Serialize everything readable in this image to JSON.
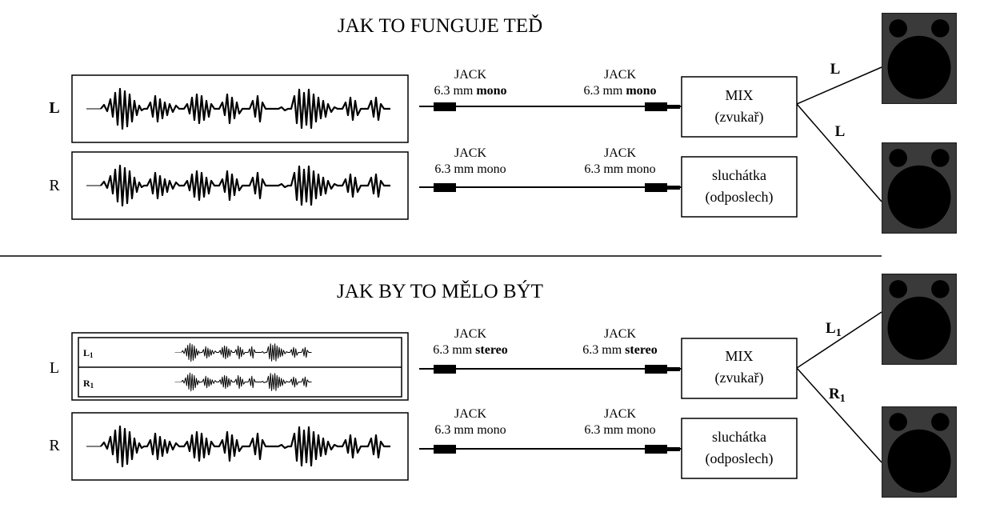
{
  "top": {
    "title": "JAK TO FUNGUJE TEĎ",
    "row_l": {
      "track_label": "L",
      "jack_left": {
        "line1": "JACK",
        "prefix": "6.3 mm ",
        "mode": "mono"
      },
      "jack_right": {
        "line1": "JACK",
        "prefix": "6.3 mm ",
        "mode": "mono"
      },
      "device": {
        "line1": "MIX",
        "line2": "(zvukař)"
      }
    },
    "row_r": {
      "track_label": "R",
      "jack_left": {
        "line1": "JACK",
        "text": "6.3 mm mono"
      },
      "jack_right": {
        "line1": "JACK",
        "text": "6.3 mm mono"
      },
      "device": {
        "line1": "sluchátka",
        "line2": "(odposlech)"
      }
    },
    "speaker_labels": {
      "upper": "L",
      "lower": "L"
    }
  },
  "bottom": {
    "title": "JAK BY TO MĚLO BÝT",
    "row_l": {
      "track_label": "L",
      "sub_tracks": {
        "upper": "L",
        "upper_sub": "1",
        "lower": "R",
        "lower_sub": "1"
      },
      "jack_left": {
        "line1": "JACK",
        "prefix": "6.3 mm ",
        "mode": "stereo"
      },
      "jack_right": {
        "line1": "JACK",
        "prefix": "6.3 mm ",
        "mode": "stereo"
      },
      "device": {
        "line1": "MIX",
        "line2": "(zvukař)"
      }
    },
    "row_r": {
      "track_label": "R",
      "jack_left": {
        "line1": "JACK",
        "text": "6.3 mm mono"
      },
      "jack_right": {
        "line1": "JACK",
        "text": "6.3 mm mono"
      },
      "device": {
        "line1": "sluchátka",
        "line2": "(odposlech)"
      }
    },
    "speaker_labels": {
      "upper": "L",
      "upper_sub": "1",
      "lower": "R",
      "lower_sub": "1"
    }
  },
  "colors": {
    "speaker_body": "#3a3a3a",
    "speaker_driver": "#000000",
    "line": "#000000"
  }
}
